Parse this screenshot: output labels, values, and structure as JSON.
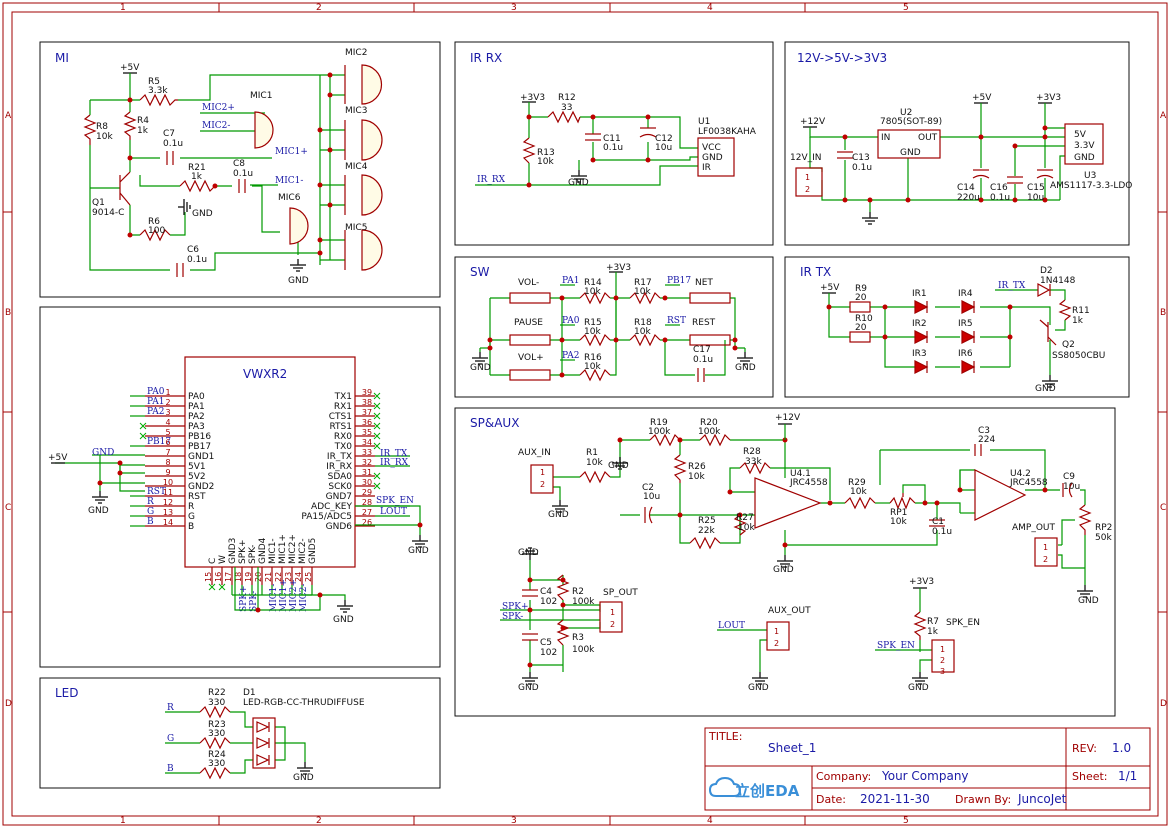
{
  "border": {
    "cols": [
      "1",
      "2",
      "3",
      "4",
      "5"
    ],
    "rows": [
      "A",
      "B",
      "C",
      "D"
    ]
  },
  "sections": {
    "mi": "MI",
    "ir_rx": "IR RX",
    "power": "12V->5V->3V3",
    "sw": "SW",
    "ir_tx": "IR TX",
    "vwxr": "VWXR2",
    "sp_aux": "SP&AUX",
    "led": "LED"
  },
  "mi": {
    "supply": "+5V",
    "r5": [
      "R5",
      "3.3k"
    ],
    "r4": [
      "R4",
      "1k"
    ],
    "r8": [
      "R8",
      "10k"
    ],
    "c7": [
      "C7",
      "0.1u"
    ],
    "r21": [
      "R21",
      "1k"
    ],
    "c8": [
      "C8",
      "0.1u"
    ],
    "q1": [
      "Q1",
      "9014-C"
    ],
    "r6": [
      "R6",
      "100"
    ],
    "c6": [
      "C6",
      "0.1u"
    ],
    "gnd": "GND",
    "mics": [
      "MIC2",
      "MIC3",
      "MIC4",
      "MIC5",
      "MIC1",
      "MIC6"
    ],
    "nets": [
      "MIC2+",
      "MIC2-",
      "MIC1+",
      "MIC1-"
    ]
  },
  "ir_rx": {
    "supply": "+3V3",
    "r12": [
      "R12",
      "33"
    ],
    "r13": [
      "R13",
      "10k"
    ],
    "c11": [
      "C11",
      "0.1u"
    ],
    "c12": [
      "C12",
      "10u"
    ],
    "u1": [
      "U1",
      "LF0038KAHA"
    ],
    "pins": [
      "VCC",
      "GND",
      "IR"
    ],
    "net": "IR_RX",
    "gnd": "GND"
  },
  "power": {
    "v12": "+12V",
    "v5": "+5V",
    "v33": "+3V3",
    "u2": [
      "U2",
      "7805(SOT-89)"
    ],
    "u2pins": [
      "IN",
      "OUT",
      "GND"
    ],
    "conn": "12V_IN",
    "c13": [
      "C13",
      "0.1u"
    ],
    "c14": [
      "C14",
      "220u"
    ],
    "c16": [
      "C16",
      "0.1u"
    ],
    "c15": [
      "C15",
      "10u"
    ],
    "u3": [
      "U3",
      "AMS1117-3.3-LDO"
    ],
    "u3pins": [
      "5V",
      "3.3V",
      "GND"
    ]
  },
  "sw": {
    "supply": "+3V3",
    "gnd": "GND",
    "switches": [
      "VOL-",
      "PAUSE",
      "VOL+",
      "NET",
      "REST"
    ],
    "resistors": [
      [
        "R14",
        "10k"
      ],
      [
        "R15",
        "10k"
      ],
      [
        "R16",
        "10k"
      ],
      [
        "R17",
        "10k"
      ],
      [
        "R18",
        "10k"
      ]
    ],
    "c17": [
      "C17",
      "0.1u"
    ],
    "nets": [
      "PA1",
      "PA0",
      "PA2",
      "PB17",
      "RST"
    ]
  },
  "ir_tx": {
    "supply": "+5V",
    "r9": [
      "R9",
      "20"
    ],
    "r10": [
      "R10",
      "20"
    ],
    "leds": [
      "IR1",
      "IR4",
      "IR2",
      "IR5",
      "IR3",
      "IR6"
    ],
    "net": "IR_TX",
    "d2": [
      "D2",
      "1N4148"
    ],
    "r11": [
      "R11",
      "1k"
    ],
    "q2": [
      "Q2",
      "SS8050CBU"
    ],
    "gnd": "GND"
  },
  "vwxr": {
    "title": "VWXR2",
    "left_pins": [
      [
        "1",
        "PA0"
      ],
      [
        "2",
        "PA1"
      ],
      [
        "3",
        "PA2"
      ],
      [
        "4",
        "PA3"
      ],
      [
        "5",
        "PB16"
      ],
      [
        "6",
        "PB17"
      ],
      [
        "7",
        "GND1"
      ],
      [
        "8",
        "5V1"
      ],
      [
        "9",
        "5V2"
      ],
      [
        "10",
        "GND2"
      ],
      [
        "11",
        "RST"
      ],
      [
        "12",
        "R"
      ],
      [
        "13",
        "G"
      ],
      [
        "14",
        "B"
      ]
    ],
    "left_nets": [
      "PA0",
      "PA1",
      "PA2",
      "",
      "",
      "PB17",
      "GND",
      "",
      "",
      "",
      "RST",
      "R",
      "G",
      "B"
    ],
    "right_pins": [
      [
        "39",
        "TX1"
      ],
      [
        "38",
        "RX1"
      ],
      [
        "37",
        "CTS1"
      ],
      [
        "36",
        "RTS1"
      ],
      [
        "35",
        "RX0"
      ],
      [
        "34",
        "TX0"
      ],
      [
        "33",
        "IR_TX"
      ],
      [
        "32",
        "IR_RX"
      ],
      [
        "31",
        "SDA0"
      ],
      [
        "30",
        "SCK0"
      ],
      [
        "29",
        "GND7"
      ],
      [
        "28",
        "ADC_KEY"
      ],
      [
        "27",
        "PA15/ADC5"
      ],
      [
        "26",
        "GND6"
      ]
    ],
    "right_nets": [
      "IR_TX",
      "IR_RX",
      "SPK_EN",
      "LOUT"
    ],
    "bottom_pins": [
      [
        "15",
        "C"
      ],
      [
        "16",
        "W"
      ],
      [
        "17",
        "GND3"
      ],
      [
        "18",
        "SPK+"
      ],
      [
        "19",
        "SPK-"
      ],
      [
        "20",
        "GND4"
      ],
      [
        "21",
        "MIC1-"
      ],
      [
        "22",
        "MIC1+"
      ],
      [
        "23",
        "MIC2+"
      ],
      [
        "24",
        "MIC2-"
      ],
      [
        "25",
        "GND5"
      ]
    ],
    "bottom_nets": [
      "SPK+",
      "SPK-",
      "MIC1-",
      "MIC1+",
      "MIC2+",
      "MIC2-"
    ],
    "supply": "+5V",
    "gnd": "GND"
  },
  "sp_aux": {
    "aux_in": "AUX_IN",
    "r1": [
      "R1",
      "10k"
    ],
    "gnd": "GND",
    "v12": "+12V",
    "r19": [
      "R19",
      "100k"
    ],
    "r20": [
      "R20",
      "100k"
    ],
    "r26": [
      "R26",
      "10k"
    ],
    "r28": [
      "R28",
      "33k"
    ],
    "r25": [
      "R25",
      "22k"
    ],
    "r27": [
      "R27",
      "10k"
    ],
    "c2": [
      "C2",
      "10u"
    ],
    "u41": [
      "U4.1",
      "JRC4558"
    ],
    "r29": [
      "R29",
      "10k"
    ],
    "rp1": [
      "RP1",
      "10k"
    ],
    "c1": [
      "C1",
      "0.1u"
    ],
    "c3": [
      "C3",
      "224"
    ],
    "u42": [
      "U4.2",
      "JRC4558"
    ],
    "c9": [
      "C9",
      "10u"
    ],
    "rp2": [
      "RP2",
      "50k"
    ],
    "amp_out": "AMP_OUT",
    "c4": [
      "C4",
      "102"
    ],
    "r2": [
      "R2",
      "100k"
    ],
    "c5": [
      "C5",
      "102"
    ],
    "r3": [
      "R3",
      "100k"
    ],
    "sp_out": "SP_OUT",
    "aux_out": "AUX_OUT",
    "lout": "LOUT",
    "v33": "+3V3",
    "r7": [
      "R7",
      "1k"
    ],
    "spk_en_lbl": "SPK_EN",
    "spk_en": "SPK_EN",
    "spk": [
      "SPK+",
      "SPK-"
    ]
  },
  "led": {
    "r22": [
      "R22",
      "330"
    ],
    "r23": [
      "R23",
      "330"
    ],
    "r24": [
      "R24",
      "330"
    ],
    "d1": [
      "D1",
      "LED-RGB-CC-THRUDIFFUSE"
    ],
    "nets": [
      "R",
      "G",
      "B"
    ],
    "gnd": "GND"
  },
  "title_block": {
    "title_label": "TITLE:",
    "title": "Sheet_1",
    "rev_label": "REV:",
    "rev": "1.0",
    "company_label": "Company:",
    "company": "Your Company",
    "sheet_label": "Sheet:",
    "sheet": "1/1",
    "date_label": "Date:",
    "date": "2021-11-30",
    "drawn_label": "Drawn By:",
    "drawn": "JuncoJet",
    "logo": "立创EDA"
  }
}
